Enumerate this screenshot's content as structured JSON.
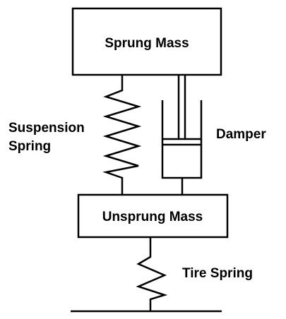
{
  "diagram": {
    "labels": {
      "sprung_mass": "Sprung Mass",
      "unsprung_mass": "Unsprung Mass",
      "suspension_spring_line1": "Suspension",
      "suspension_spring_line2": "Spring",
      "damper": "Damper",
      "tire_spring": "Tire Spring"
    },
    "colors": {
      "stroke": "#000000",
      "background": "#ffffff"
    }
  }
}
